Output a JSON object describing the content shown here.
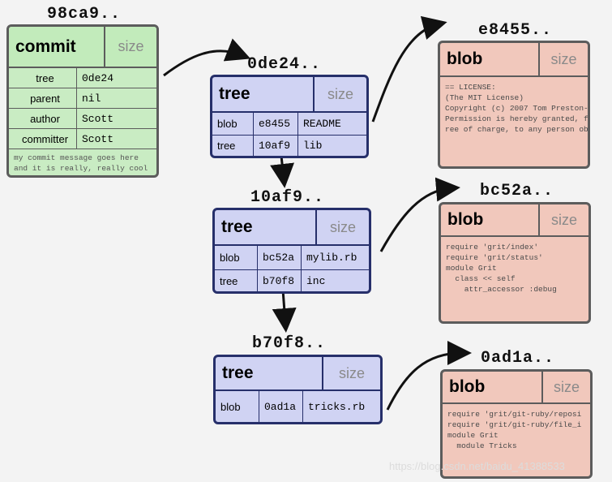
{
  "commit": {
    "hash": "98ca9..",
    "type": "commit",
    "size": "size",
    "rows": [
      {
        "key": "tree",
        "value": "0de24"
      },
      {
        "key": "parent",
        "value": "nil"
      },
      {
        "key": "author",
        "value": "Scott"
      },
      {
        "key": "committer",
        "value": "Scott"
      }
    ],
    "message_line1": "my commit message goes here",
    "message_line2": "and it is really, really cool"
  },
  "tree1": {
    "hash": "0de24..",
    "type": "tree",
    "size": "size",
    "entries": [
      {
        "kind": "blob",
        "hash": "e8455",
        "name": "README"
      },
      {
        "kind": "tree",
        "hash": "10af9",
        "name": "lib"
      }
    ]
  },
  "tree2": {
    "hash": "10af9..",
    "type": "tree",
    "size": "size",
    "entries": [
      {
        "kind": "blob",
        "hash": "bc52a",
        "name": "mylib.rb"
      },
      {
        "kind": "tree",
        "hash": "b70f8",
        "name": "inc"
      }
    ]
  },
  "tree3": {
    "hash": "b70f8..",
    "type": "tree",
    "size": "size",
    "entries": [
      {
        "kind": "blob",
        "hash": "0ad1a",
        "name": "tricks.rb"
      }
    ]
  },
  "blob1": {
    "hash": "e8455..",
    "type": "blob",
    "size": "size",
    "lines": [
      "== LICENSE:",
      "",
      "(The MIT License)",
      "",
      "Copyright (c) 2007 Tom Preston-",
      "",
      "Permission is hereby granted, f",
      "ree of charge, to any person ob"
    ]
  },
  "blob2": {
    "hash": "bc52a..",
    "type": "blob",
    "size": "size",
    "lines": [
      "require 'grit/index'",
      "require 'grit/status'",
      "",
      "",
      "module Grit",
      "  class << self",
      "    attr_accessor :debug"
    ]
  },
  "blob3": {
    "hash": "0ad1a..",
    "type": "blob",
    "size": "size",
    "lines": [
      "require 'grit/git-ruby/reposi",
      "require 'grit/git-ruby/file_i",
      "",
      "module Grit",
      "  module Tricks"
    ]
  },
  "watermark": "https://blog.csdn.net/baidu_41388533"
}
